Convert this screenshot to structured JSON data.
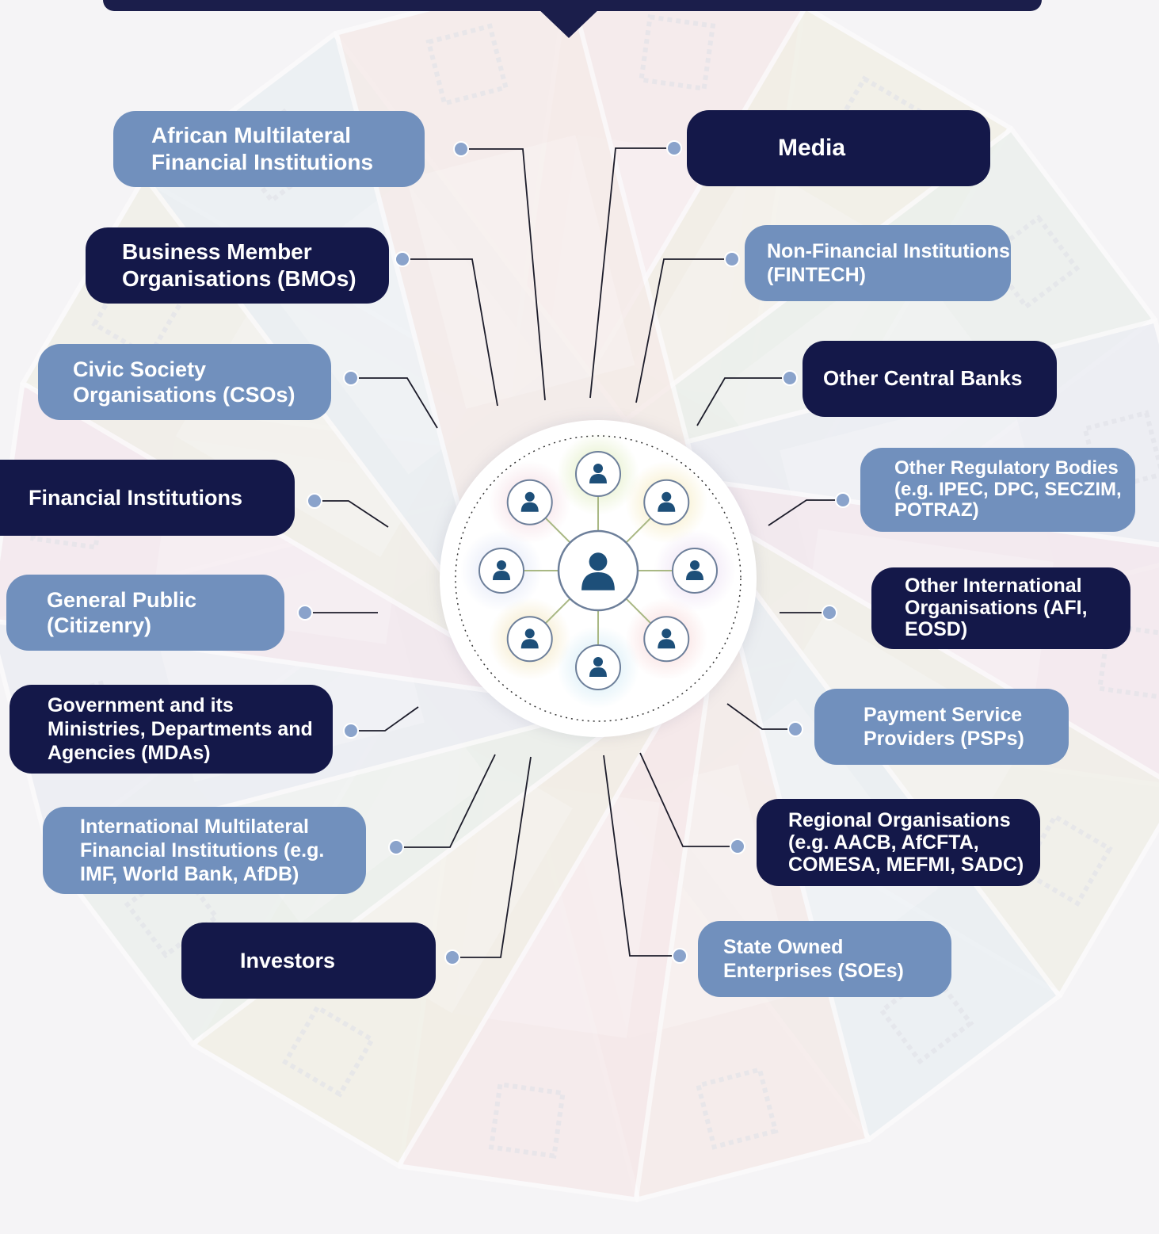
{
  "colors": {
    "dark": "#141849",
    "light": "#7190bd",
    "connector": "#1c1c2a",
    "dot": "#8aa3cb"
  },
  "hub": {
    "icon": "stakeholder-network-icon",
    "person_icon": "person-icon"
  },
  "stakeholders": [
    {
      "id": "african-multilateral",
      "label": "African Multilateral Financial Institutions",
      "tone": "light"
    },
    {
      "id": "bmos",
      "label": "Business Member Organisations (BMOs)",
      "tone": "dark"
    },
    {
      "id": "csos",
      "label": "Civic Society Organisations (CSOs)",
      "tone": "light"
    },
    {
      "id": "financial-institutions",
      "label": "Financial Institutions",
      "tone": "dark"
    },
    {
      "id": "general-public",
      "label": "General Public (Citizenry)",
      "tone": "light"
    },
    {
      "id": "government",
      "label": "Government and its Ministries, Departments and Agencies (MDAs)",
      "tone": "dark"
    },
    {
      "id": "international-multilateral",
      "label": "International Multilateral Financial Institutions (e.g. IMF, World Bank, AfDB)",
      "tone": "light"
    },
    {
      "id": "investors",
      "label": "Investors",
      "tone": "dark"
    },
    {
      "id": "media",
      "label": "Media",
      "tone": "dark"
    },
    {
      "id": "fintech",
      "label": "Non-Financial Institutions (FINTECH)",
      "tone": "light"
    },
    {
      "id": "central-banks",
      "label": "Other Central Banks",
      "tone": "dark"
    },
    {
      "id": "regulatory-bodies",
      "label": "Other Regulatory Bodies (e.g. IPEC, DPC, SECZIM, POTRAZ)",
      "tone": "light"
    },
    {
      "id": "international-orgs",
      "label": "Other International Organisations (AFI, EOSD)",
      "tone": "dark"
    },
    {
      "id": "psps",
      "label": "Payment Service Providers (PSPs)",
      "tone": "light"
    },
    {
      "id": "regional-orgs",
      "label": "Regional Organisations (e.g. AACB, AfCFTA, COMESA, MEFMI, SADC)",
      "tone": "dark"
    },
    {
      "id": "soes",
      "label": "State Owned Enterprises (SOEs)",
      "tone": "light"
    }
  ]
}
